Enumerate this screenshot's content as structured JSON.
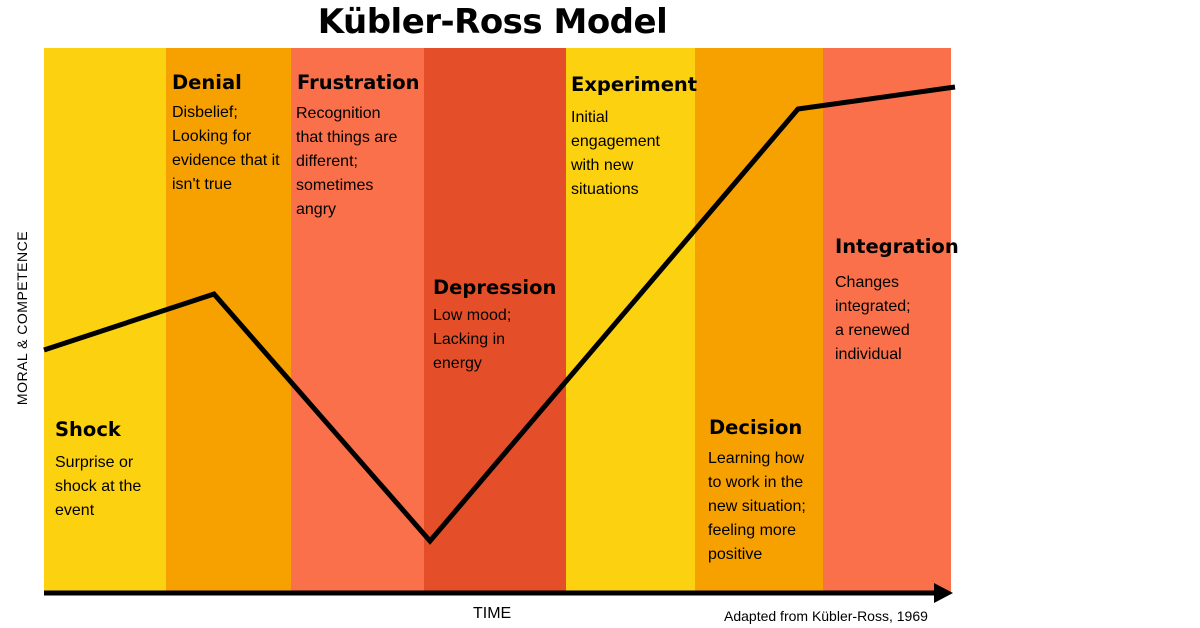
{
  "title": "Kübler-Ross Model",
  "axes": {
    "y_label": "MORAL & COMPETENCE",
    "x_label": "TIME"
  },
  "source_note": "Adapted from Kübler-Ross, 1969",
  "colors": {
    "yellow": "#FCD10F",
    "orange": "#F7A100",
    "coral": "#F9704A",
    "red": "#E44F29",
    "line": "#000000"
  },
  "stages": [
    {
      "name": "Shock",
      "description": "Surprise or\nshock at the\nevent",
      "color": "#FCD10F"
    },
    {
      "name": "Denial",
      "description": "Disbelief;\nLooking for\nevidence that it\nisn't true",
      "color": "#F7A100"
    },
    {
      "name": "Frustration",
      "description": "Recognition\nthat things are\ndifferent;\nsometimes\nangry",
      "color": "#F9704A"
    },
    {
      "name": "Depression",
      "description": "Low mood;\nLacking in\nenergy",
      "color": "#E44F29"
    },
    {
      "name": "Experiment",
      "description": "Initial\nengagement\nwith new\nsituations",
      "color": "#FCD10F"
    },
    {
      "name": "Decision",
      "description": "Learning how\nto work in the\nnew situation;\nfeeling more\npositive",
      "color": "#F7A100"
    },
    {
      "name": "Integration",
      "description": "Changes\nintegrated;\na renewed\nindividual",
      "color": "#F9704A"
    }
  ]
}
